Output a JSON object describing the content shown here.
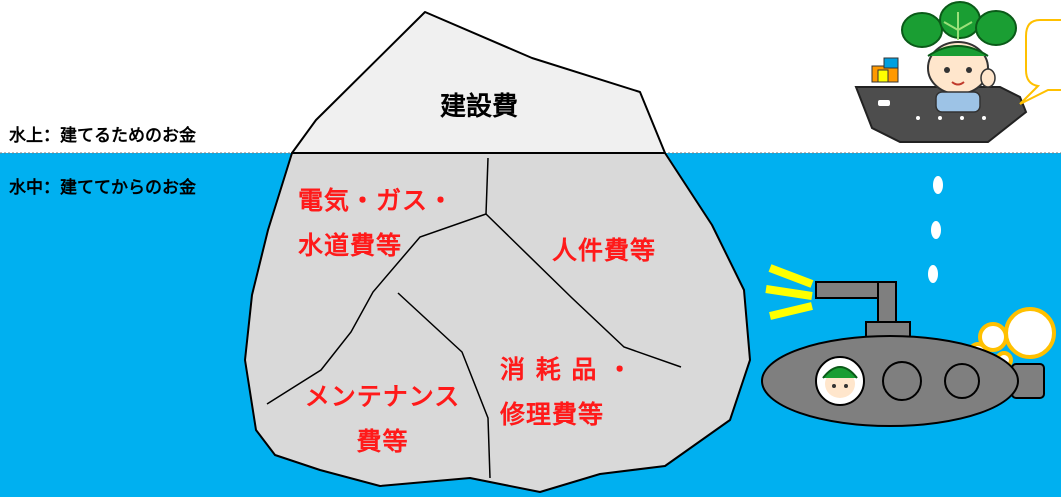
{
  "labels": {
    "above_water": "水上：建てるためのお金",
    "under_water": "水中：建ててからのお金"
  },
  "iceberg_sections": {
    "construction": "建設費",
    "utilities_line1": "電気・ガス・",
    "utilities_line2": "水道費等",
    "personnel": "人件費等",
    "maintenance_line1": "メンテナンス",
    "maintenance_line2": "費等",
    "consumables_line1": "消 耗 品 ・",
    "consumables_line2": "修理費等"
  },
  "colors": {
    "sky": "#ffffff",
    "water": "#00b0f0",
    "iceberg_above": "#f0f0f0",
    "iceberg_below": "#d9d9d9",
    "cost_text": "#ff1a1a",
    "ship_hull": "#4d4d4d",
    "submarine": "#7f7f7f",
    "bubble_ring": "#ffc000",
    "light_beam": "#ffff00"
  },
  "icons": [
    "mascot-character",
    "cargo-ship",
    "submarine",
    "bubbles",
    "speech-bubble"
  ]
}
